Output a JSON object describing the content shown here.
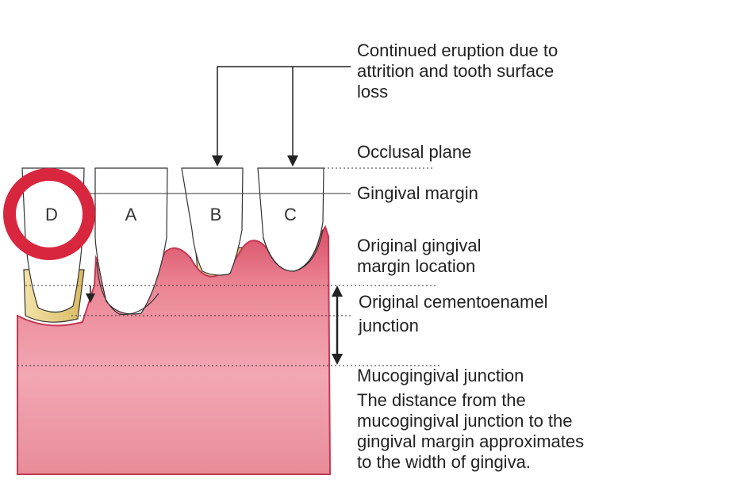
{
  "teeth": [
    {
      "id": "D",
      "label": "D"
    },
    {
      "id": "A",
      "label": "A"
    },
    {
      "id": "B",
      "label": "B"
    },
    {
      "id": "C",
      "label": "C"
    }
  ],
  "labels": {
    "continued_eruption_line1": "Continued eruption due to",
    "continued_eruption_line2": "attrition and tooth surface",
    "continued_eruption_line3": "loss",
    "occlusal_plane": "Occlusal plane",
    "gingival_margin": "Gingival margin",
    "original_gingival_line1": "Original gingival",
    "original_gingival_line2": "margin location",
    "original_cej_line1": "Original cementoenamel",
    "original_cej_line2": "junction",
    "mucogingival_junction": "Mucogingival junction",
    "width_note_line1": "The distance from the",
    "width_note_line2": "mucogingival junction to the",
    "width_note_line3": "gingival margin approximates",
    "width_note_line4": "to the width of gingiva."
  },
  "colors": {
    "gingiva": "#e56a7d",
    "gingiva_light": "#f4b8c1",
    "gingiva_edge": "#c23a52",
    "root": "#ecd58f",
    "enamel": "#ffffff",
    "highlight_ring": "#d9263f",
    "line": "#222222"
  }
}
